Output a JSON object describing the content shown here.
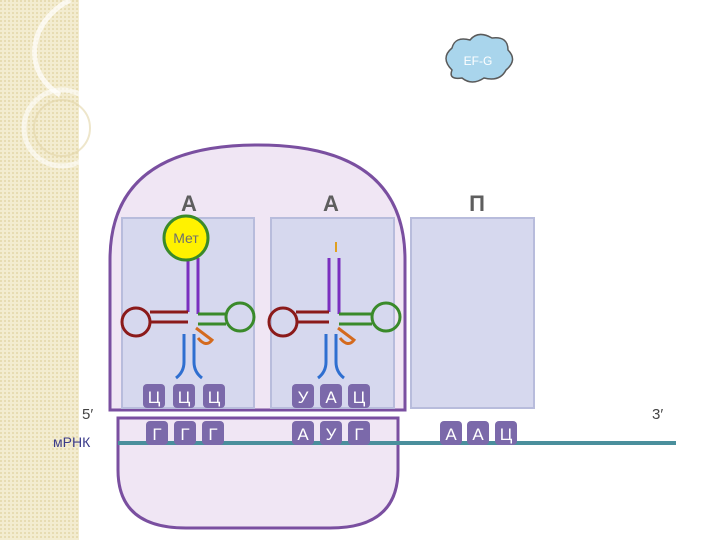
{
  "factor": {
    "label": "EF-G"
  },
  "sites": {
    "left": "А",
    "middle": "А",
    "right": "П"
  },
  "amino_acid": {
    "label": "Мет"
  },
  "mrna": {
    "five_prime": "5′",
    "three_prime": "3′",
    "label": "мРНК"
  },
  "anticodons": {
    "left": [
      "Ц",
      "Ц",
      "Ц"
    ],
    "middle": [
      "У",
      "А",
      "Ц"
    ]
  },
  "codons": {
    "left": [
      "Г",
      "Г",
      "Г"
    ],
    "middle": [
      "А",
      "У",
      "Г"
    ],
    "right": [
      "А",
      "А",
      "Ц"
    ]
  },
  "colors": {
    "sidebar": "#f2ebce",
    "ribosome_fill": "#f0e6f4",
    "ribosome_stroke": "#7a4fa0",
    "site_fill": "#d6d8ee",
    "site_stroke": "#b8bcdc",
    "mrna": "#4a8f9c",
    "base_tile": "#7b69aa",
    "ef_g": "#a9d5ec",
    "met": "#fff200",
    "stem_purple": "#7a2fbf",
    "arm_red": "#8b1a1a",
    "arm_green": "#3a8a2a",
    "arm_orange": "#d46a1e",
    "arm_blue": "#2f6fd0"
  }
}
